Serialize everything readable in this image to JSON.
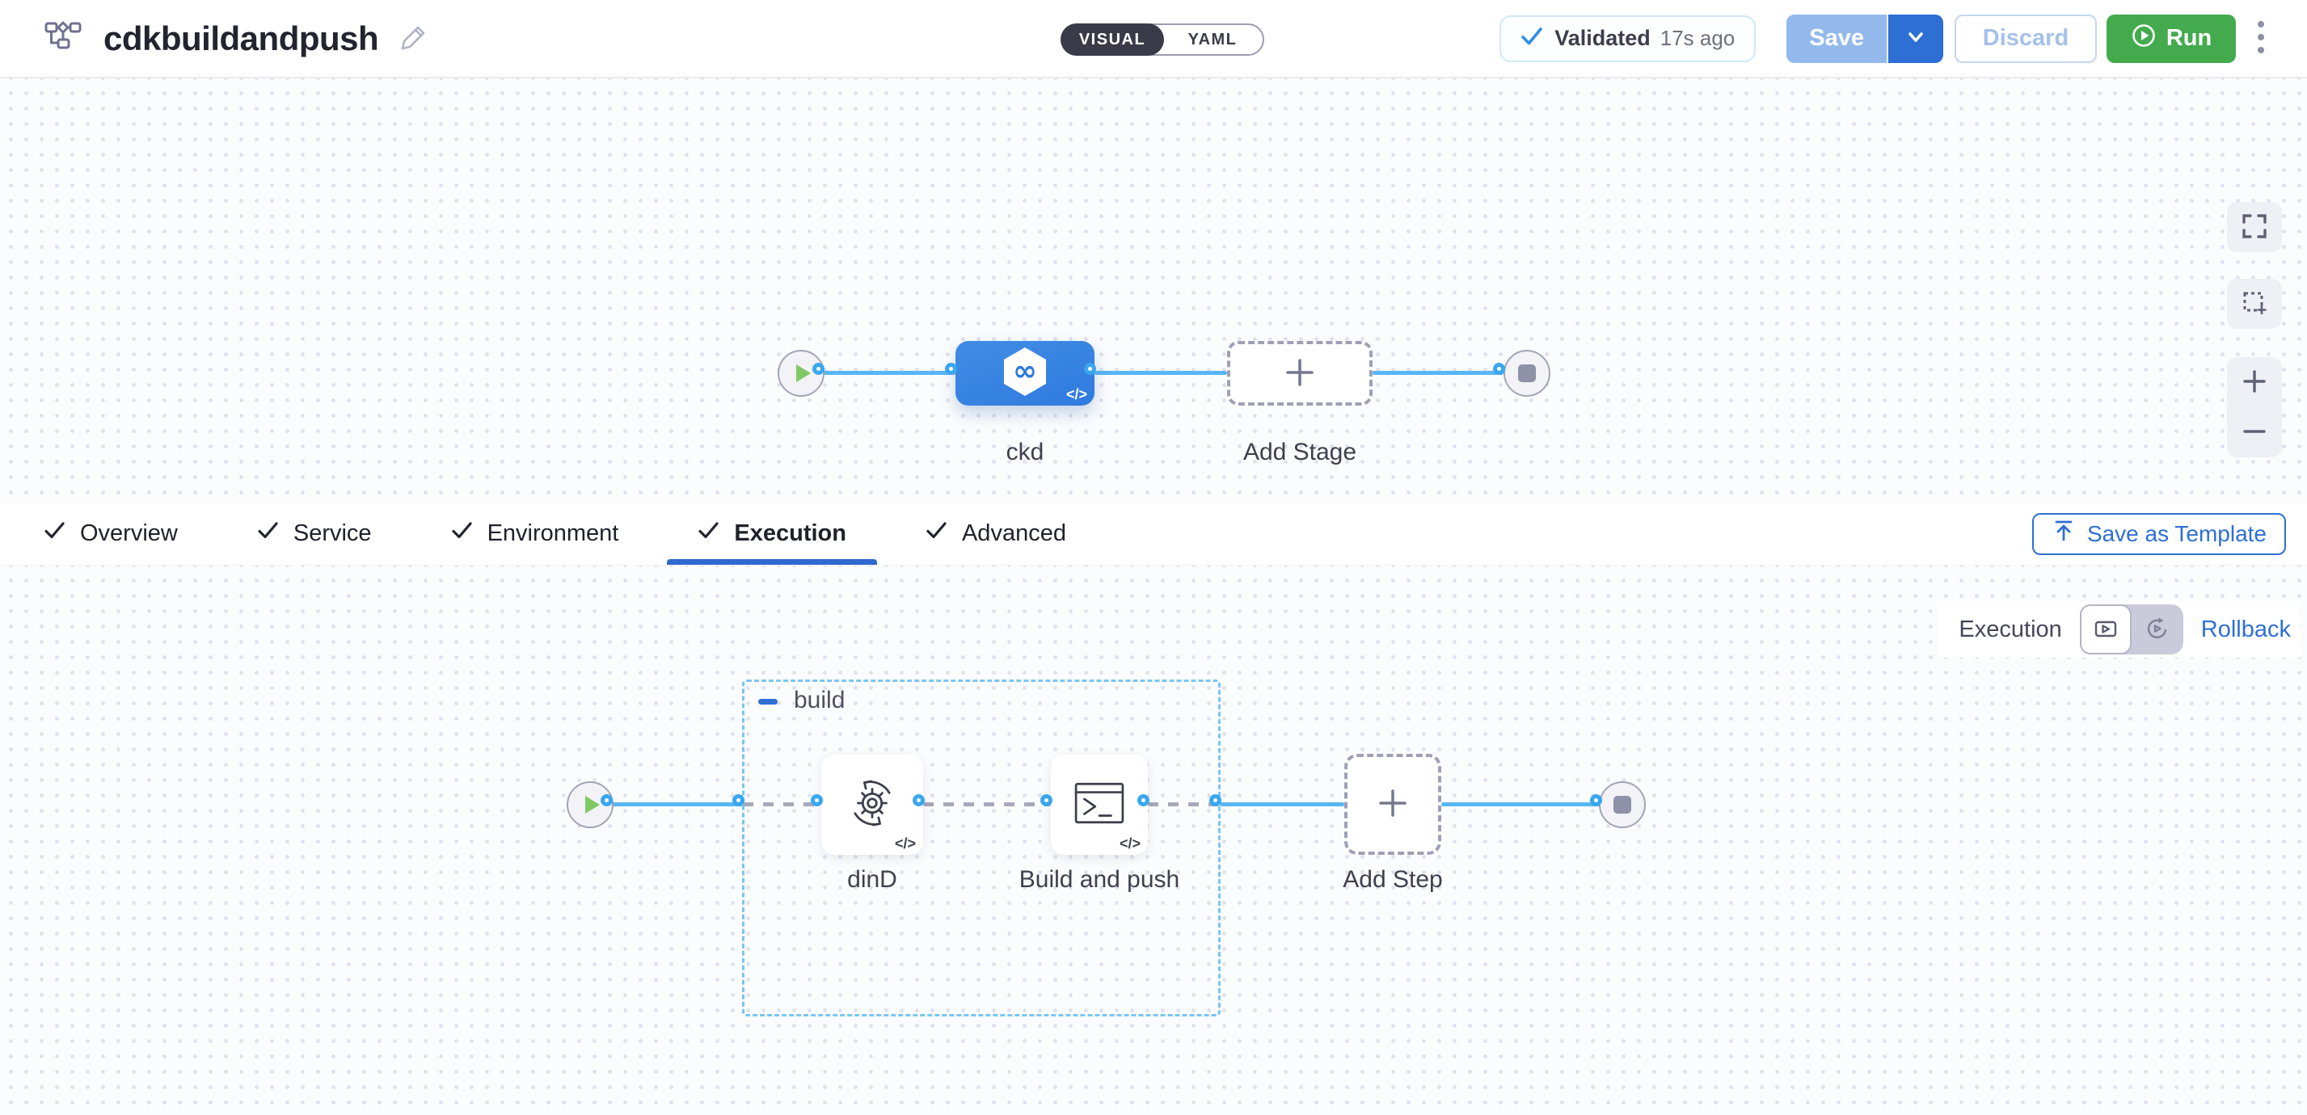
{
  "header": {
    "title": "cdkbuildandpush",
    "mode": {
      "visual": "VISUAL",
      "yaml": "YAML"
    },
    "validated": {
      "label": "Validated",
      "time": "17s ago"
    },
    "save": "Save",
    "discard": "Discard",
    "run": "Run"
  },
  "stage_canvas": {
    "stage": "ckd",
    "add_stage": "Add Stage",
    "code_badge": "</>"
  },
  "tabs": {
    "items": [
      {
        "label": "Overview"
      },
      {
        "label": "Service"
      },
      {
        "label": "Environment"
      },
      {
        "label": "Execution"
      },
      {
        "label": "Advanced"
      }
    ],
    "active": "Execution",
    "save_as_template": "Save as Template"
  },
  "execution": {
    "mode_label": "Execution",
    "rollback": "Rollback",
    "group": "build",
    "steps": [
      {
        "label": "dinD"
      },
      {
        "label": "Build and push"
      }
    ],
    "add_step": "Add Step",
    "code_badge": "</>"
  },
  "colors": {
    "primary_blue": "#2E6FD3",
    "node_blue": "#3381E2",
    "connector_blue": "#58B6F1",
    "run_green": "#43AB4E",
    "toggle_dark": "#3A3B48"
  }
}
